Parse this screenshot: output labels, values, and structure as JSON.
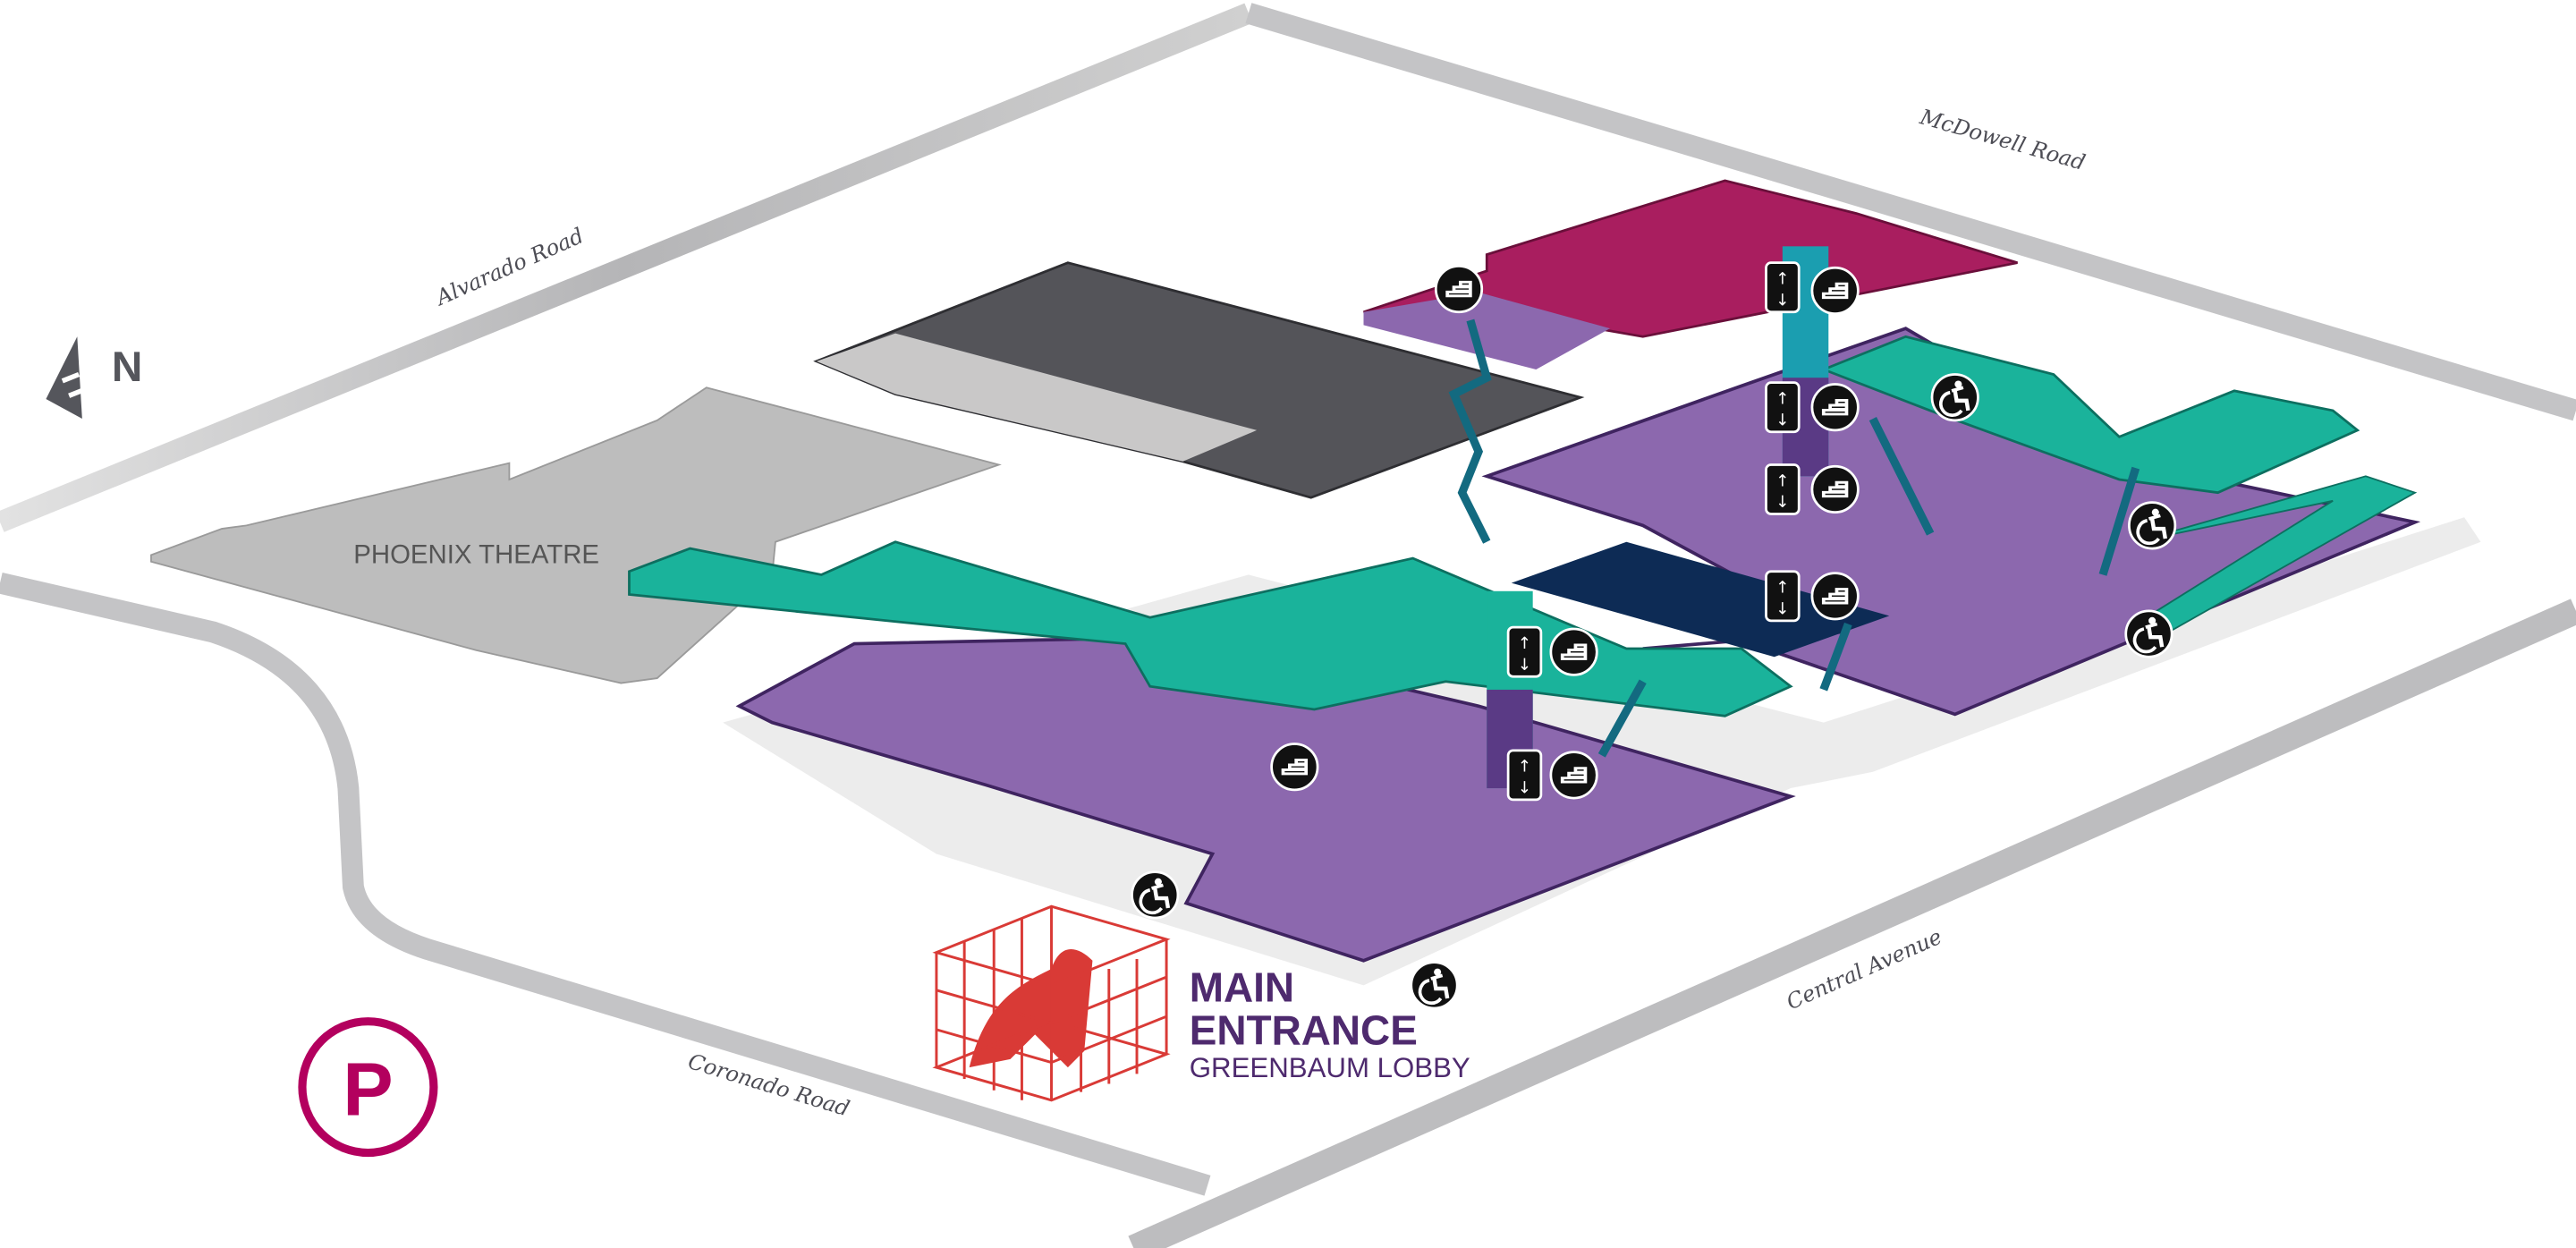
{
  "roads": {
    "alvarado": "Alvarado Road",
    "mcdowell": "McDowell Road",
    "central": "Central Avenue",
    "coronado": "Coronado Road"
  },
  "compass": {
    "label": "N",
    "icon": "north-arrow-icon"
  },
  "buildings": {
    "theatre": "PHOENIX THEATRE"
  },
  "entrance": {
    "title_line1": "MAIN",
    "title_line2": "ENTRANCE",
    "subtitle": "GREENBAUM LOBBY"
  },
  "parking": {
    "label": "P",
    "icon": "parking-icon"
  },
  "colors": {
    "level1_purple": "#8c68ae",
    "level2_teal": "#1ab39b",
    "level3_magenta": "#a91e5f",
    "dark_gray": "#545459",
    "light_gray": "#bdbdbd",
    "navy": "#0d2b55",
    "sculpture_red": "#d93a36",
    "text_purple": "#4e2a6e",
    "parking_magenta": "#b3005e"
  },
  "icons": {
    "elevator": "elevator-icon",
    "stairs": "stairs-icon",
    "accessible": "accessible-entrance-icon"
  }
}
